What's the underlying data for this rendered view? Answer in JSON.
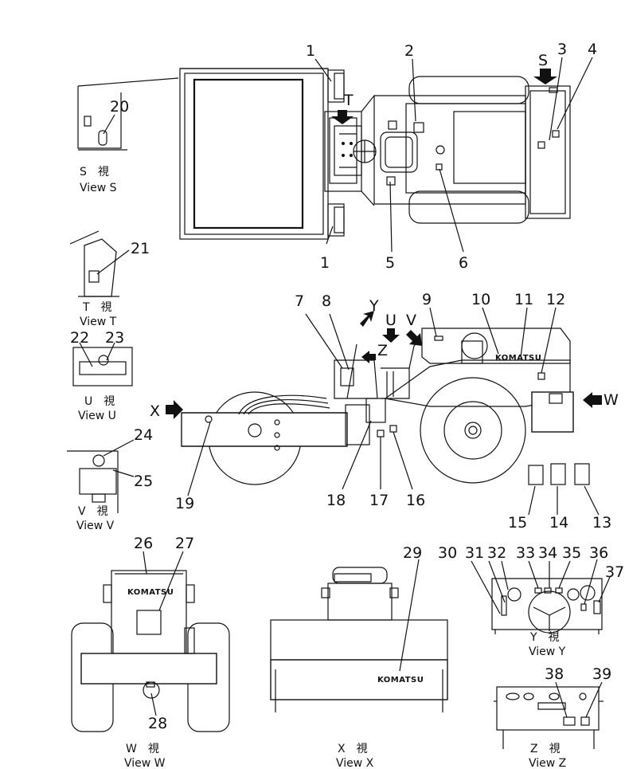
{
  "callouts": {
    "c1a": "1",
    "c1b": "1",
    "c2": "2",
    "c3": "3",
    "c4": "4",
    "c5": "5",
    "c6": "6",
    "c7": "7",
    "c8": "8",
    "c9": "9",
    "c10": "10",
    "c11": "11",
    "c12": "12",
    "c13": "13",
    "c14": "14",
    "c15": "15",
    "c16": "16",
    "c17": "17",
    "c18": "18",
    "c19": "19",
    "c20": "20",
    "c21": "21",
    "c22": "22",
    "c23": "23",
    "c24": "24",
    "c25": "25",
    "c26": "26",
    "c27": "27",
    "c28": "28",
    "c29": "29",
    "c30": "30",
    "c31": "31",
    "c32": "32",
    "c33": "33",
    "c34": "34",
    "c35": "35",
    "c36": "36",
    "c37": "37",
    "c38": "38",
    "c39": "39"
  },
  "arrows": {
    "S": "S",
    "T": "T",
    "U": "U",
    "V": "V",
    "W": "W",
    "X": "X",
    "Y": "Y",
    "Z": "Z"
  },
  "views": {
    "S": {
      "jp": "S　視",
      "en": "View  S"
    },
    "T": {
      "jp": "T　視",
      "en": "View  T"
    },
    "U": {
      "jp": "U　視",
      "en": "View  U"
    },
    "V": {
      "jp": "V　視",
      "en": "View  V"
    },
    "W": {
      "jp": "W　視",
      "en": "View  W"
    },
    "X": {
      "jp": "X　視",
      "en": "View  X"
    },
    "Y": {
      "jp": "Y　視",
      "en": "View  Y"
    },
    "Z": {
      "jp": "Z　視",
      "en": "View  Z"
    }
  },
  "brand": "KOMATSU"
}
